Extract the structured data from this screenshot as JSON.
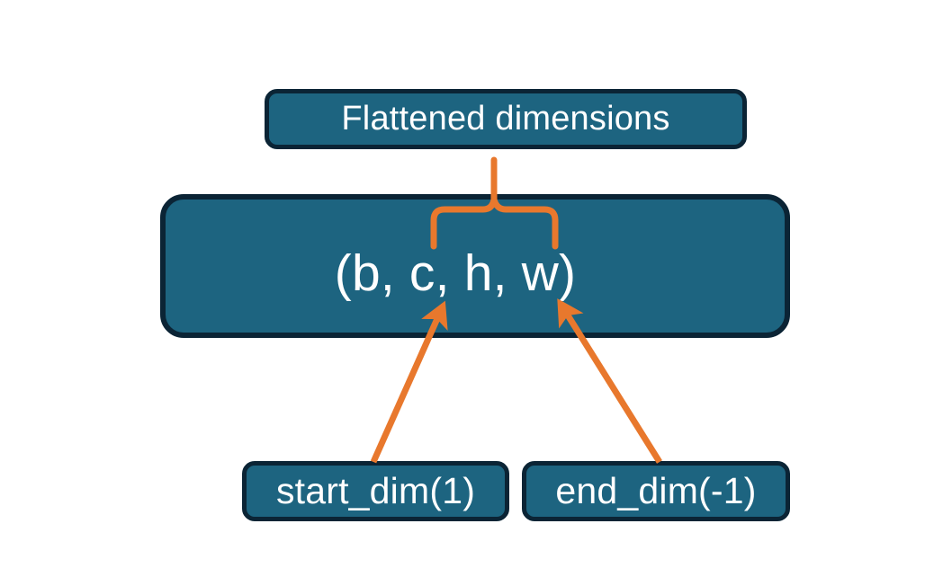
{
  "diagram": {
    "title": "Flatten operation dimensions diagram",
    "background_color": "#FFFFFF",
    "node_fill_color": "#1D6480",
    "node_border_color": "#0B2435",
    "node_text_color": "#FFFFFF",
    "connector_color": "#E8782D",
    "nodes": {
      "flattened": {
        "label": "Flattened dimensions"
      },
      "shape": {
        "label": "(b, c, h, w)"
      },
      "start_dim": {
        "label": "start_dim(1)"
      },
      "end_dim": {
        "label": "end_dim(-1)"
      }
    },
    "connectors": {
      "brace": {
        "name": "curly-brace-connector",
        "from": "shape",
        "to": "flattened",
        "spans_dimensions": "c, h, w"
      },
      "start_dim_arrow": {
        "name": "start-dim-arrow",
        "from": "start_dim",
        "to": "shape",
        "points_at": "c"
      },
      "end_dim_arrow": {
        "name": "end-dim-arrow",
        "from": "end_dim",
        "to": "shape",
        "points_at": "w"
      }
    }
  }
}
